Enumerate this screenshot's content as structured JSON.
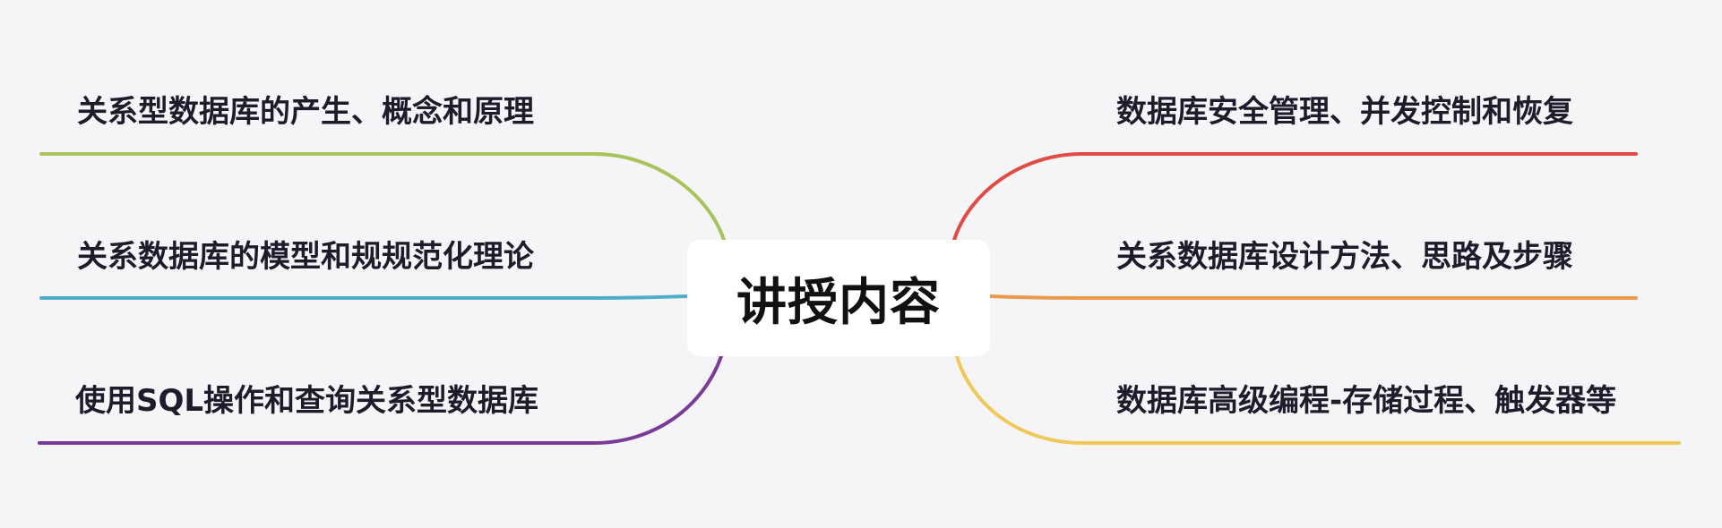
{
  "mindmap": {
    "central": {
      "label": "讲授内容"
    },
    "branches": [
      {
        "id": "left-1",
        "label": "关系型数据库的产生、概念和原理",
        "color": "#a6c45a"
      },
      {
        "id": "left-2",
        "label": "关系数据库的模型和规规范化理论",
        "color": "#4fadc8"
      },
      {
        "id": "left-3",
        "label": "使用SQL操作和查询关系型数据库",
        "color": "#7a3a98"
      },
      {
        "id": "right-1",
        "label": "数据库安全管理、并发控制和恢复",
        "color": "#e04c44"
      },
      {
        "id": "right-2",
        "label": "关系数据库设计方法、思路及步骤",
        "color": "#eb9a4d"
      },
      {
        "id": "right-3",
        "label": "数据库高级编程-存储过程、触发器等",
        "color": "#f0c85a"
      }
    ]
  }
}
